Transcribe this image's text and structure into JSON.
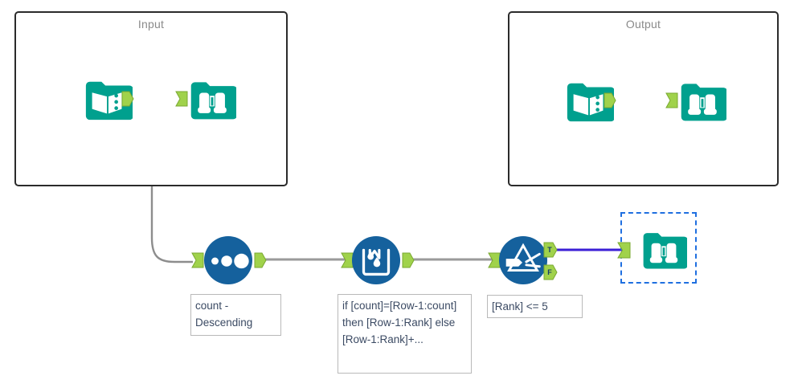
{
  "app": {
    "type": "workflow-canvas",
    "background": "#ffffff"
  },
  "colors": {
    "tool_teal": "#00a08e",
    "tool_blue": "#15619d",
    "anchor_green": "#a0d24b",
    "connection_gray": "#9a9a9a",
    "connection_selected": "#3b1fd6",
    "container_border": "#2b2b2b",
    "container_title": "#8a8a8a",
    "label_text": "#3b4a63",
    "label_border": "#b9b9b9",
    "selection_border": "#1f6fe0"
  },
  "containers": [
    {
      "id": "input-container",
      "title": "Input"
    },
    {
      "id": "output-container",
      "title": "Output"
    }
  ],
  "tools": [
    {
      "id": "input-data-1",
      "name": "input-data-tool",
      "icon": "book-folder-icon",
      "shape": "rounded-folder",
      "color": "#00a08e",
      "selected": false,
      "label": null
    },
    {
      "id": "browse-1",
      "name": "browse-tool",
      "icon": "binoculars-folder-icon",
      "shape": "rounded-folder",
      "color": "#00a08e",
      "selected": false,
      "label": null
    },
    {
      "id": "input-data-2",
      "name": "input-data-tool",
      "icon": "book-folder-icon",
      "shape": "rounded-folder",
      "color": "#00a08e",
      "selected": false,
      "label": null
    },
    {
      "id": "browse-2",
      "name": "browse-tool",
      "icon": "binoculars-folder-icon",
      "shape": "rounded-folder",
      "color": "#00a08e",
      "selected": false,
      "label": null
    },
    {
      "id": "sort-1",
      "name": "sort-tool",
      "icon": "three-dots-circle-icon",
      "shape": "circle",
      "color": "#15619d",
      "selected": false,
      "label": "count - Descending"
    },
    {
      "id": "multi-row-formula-1",
      "name": "multi-row-formula-tool",
      "icon": "beaker-droplet-circle-icon",
      "shape": "circle",
      "color": "#15619d",
      "selected": false,
      "label": "if [count]=[Row-1:count] then [Row-1:Rank] else [Row-1:Rank]+..."
    },
    {
      "id": "filter-1",
      "name": "filter-tool",
      "icon": "funnel-circle-icon",
      "shape": "circle",
      "color": "#15619d",
      "selected": false,
      "label": "[Rank] <= 5",
      "outputs": [
        "T",
        "F"
      ]
    },
    {
      "id": "browse-3",
      "name": "browse-tool",
      "icon": "binoculars-folder-icon",
      "shape": "rounded-folder",
      "color": "#00a08e",
      "selected": true,
      "label": null
    }
  ],
  "labels": {
    "sort": "count - Descending",
    "multi_row_formula": "if [count]=[Row-1:count] then [Row-1:Rank] else [Row-1:Rank]+...",
    "filter": "[Rank] <= 5"
  },
  "anchors": {
    "filter_true": "T",
    "filter_false": "F"
  },
  "connections": [
    {
      "from": "input-data-1",
      "to": "browse-1",
      "style": "straight",
      "color": "#9a9a9a"
    },
    {
      "from": "input-data-1",
      "to": "sort-1",
      "style": "curved",
      "color": "#9a9a9a"
    },
    {
      "from": "sort-1",
      "to": "multi-row-formula-1",
      "style": "straight",
      "color": "#9a9a9a"
    },
    {
      "from": "multi-row-formula-1",
      "to": "filter-1",
      "style": "straight",
      "color": "#9a9a9a"
    },
    {
      "from": "filter-1:T",
      "to": "browse-3",
      "style": "straight",
      "color": "#3b1fd6"
    },
    {
      "from": "input-data-2",
      "to": "browse-2",
      "style": "straight",
      "color": "#9a9a9a"
    }
  ]
}
